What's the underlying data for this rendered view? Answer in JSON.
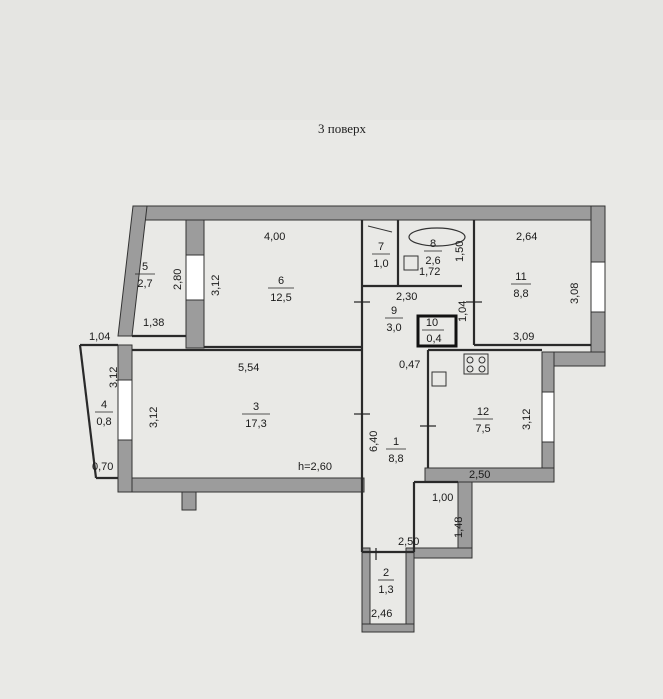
{
  "title": "3 поверх",
  "rooms": [
    {
      "id": "1",
      "area": "8,8"
    },
    {
      "id": "2",
      "area": "1,3"
    },
    {
      "id": "3",
      "area": "17,3"
    },
    {
      "id": "4",
      "area": "0,8"
    },
    {
      "id": "5",
      "area": "2,7"
    },
    {
      "id": "6",
      "area": "12,5"
    },
    {
      "id": "7",
      "area": "1,0"
    },
    {
      "id": "8",
      "area": "2,6"
    },
    {
      "id": "9",
      "area": "3,0"
    },
    {
      "id": "10",
      "area": "0,4"
    },
    {
      "id": "11",
      "area": "8,8"
    },
    {
      "id": "12",
      "area": "7,5"
    }
  ],
  "dimensions": {
    "d_4_00": "4,00",
    "d_2_64": "2,64",
    "d_1_50": "1,50",
    "d_1_72": "1,72",
    "d_2_80": "2,80",
    "d_3_12_r6": "3,12",
    "d_2_30": "2,30",
    "d_1_04_r9": "1,04",
    "d_3_08": "3,08",
    "d_1_38": "1,38",
    "d_1_04_r5": "1,04",
    "d_3_09": "3,09",
    "d_3_12_r4": "3,12",
    "d_5_54": "5,54",
    "d_0_47": "0,47",
    "d_3_12_r3": "3,12",
    "d_6_40": "6,40",
    "d_3_12_r12": "3,12",
    "d_0_70": "0,70",
    "d_h": "h=2,60",
    "d_2_50_r12": "2,50",
    "d_1_00": "1,00",
    "d_1_48": "1,48",
    "d_2_50_r1": "2,50",
    "d_2_46": "2,46"
  }
}
